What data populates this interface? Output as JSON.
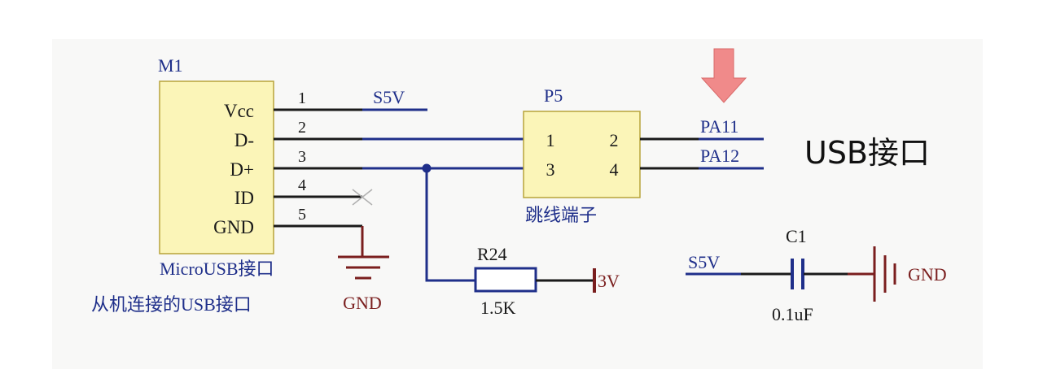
{
  "m1": {
    "designator": "M1",
    "pins": [
      {
        "name": "Vcc",
        "number": "1"
      },
      {
        "name": "D-",
        "number": "2"
      },
      {
        "name": "D+",
        "number": "3"
      },
      {
        "name": "ID",
        "number": "4"
      },
      {
        "name": "GND",
        "number": "5"
      }
    ],
    "caption1": "MicroUSB接口",
    "caption2": "从机连接的USB接口"
  },
  "nets": {
    "s5v_top": "S5V",
    "gnd_m1": "GND",
    "pa11": "PA11",
    "pa12": "PA12",
    "v3": "3V",
    "s5v_right": "S5V",
    "gnd_right": "GND"
  },
  "p5": {
    "designator": "P5",
    "pins": [
      "1",
      "2",
      "3",
      "4"
    ],
    "caption": "跳线端子"
  },
  "r24": {
    "designator": "R24",
    "value": "1.5K"
  },
  "c1": {
    "designator": "C1",
    "value": "0.1uF"
  },
  "title": "USB接口",
  "colors": {
    "component_fill": "#fbf5b8",
    "component_border": "#b7a33a",
    "wire_black": "#1a1a1a",
    "wire_blue": "#1f2f8a",
    "power_brown": "#7a1e1e",
    "arrow": "#f08a8a",
    "no_connect": "#b0b0b0"
  },
  "icons": [
    "down-arrow-icon",
    "no-connect-icon",
    "ground-symbol-icon",
    "power-bar-icon"
  ]
}
